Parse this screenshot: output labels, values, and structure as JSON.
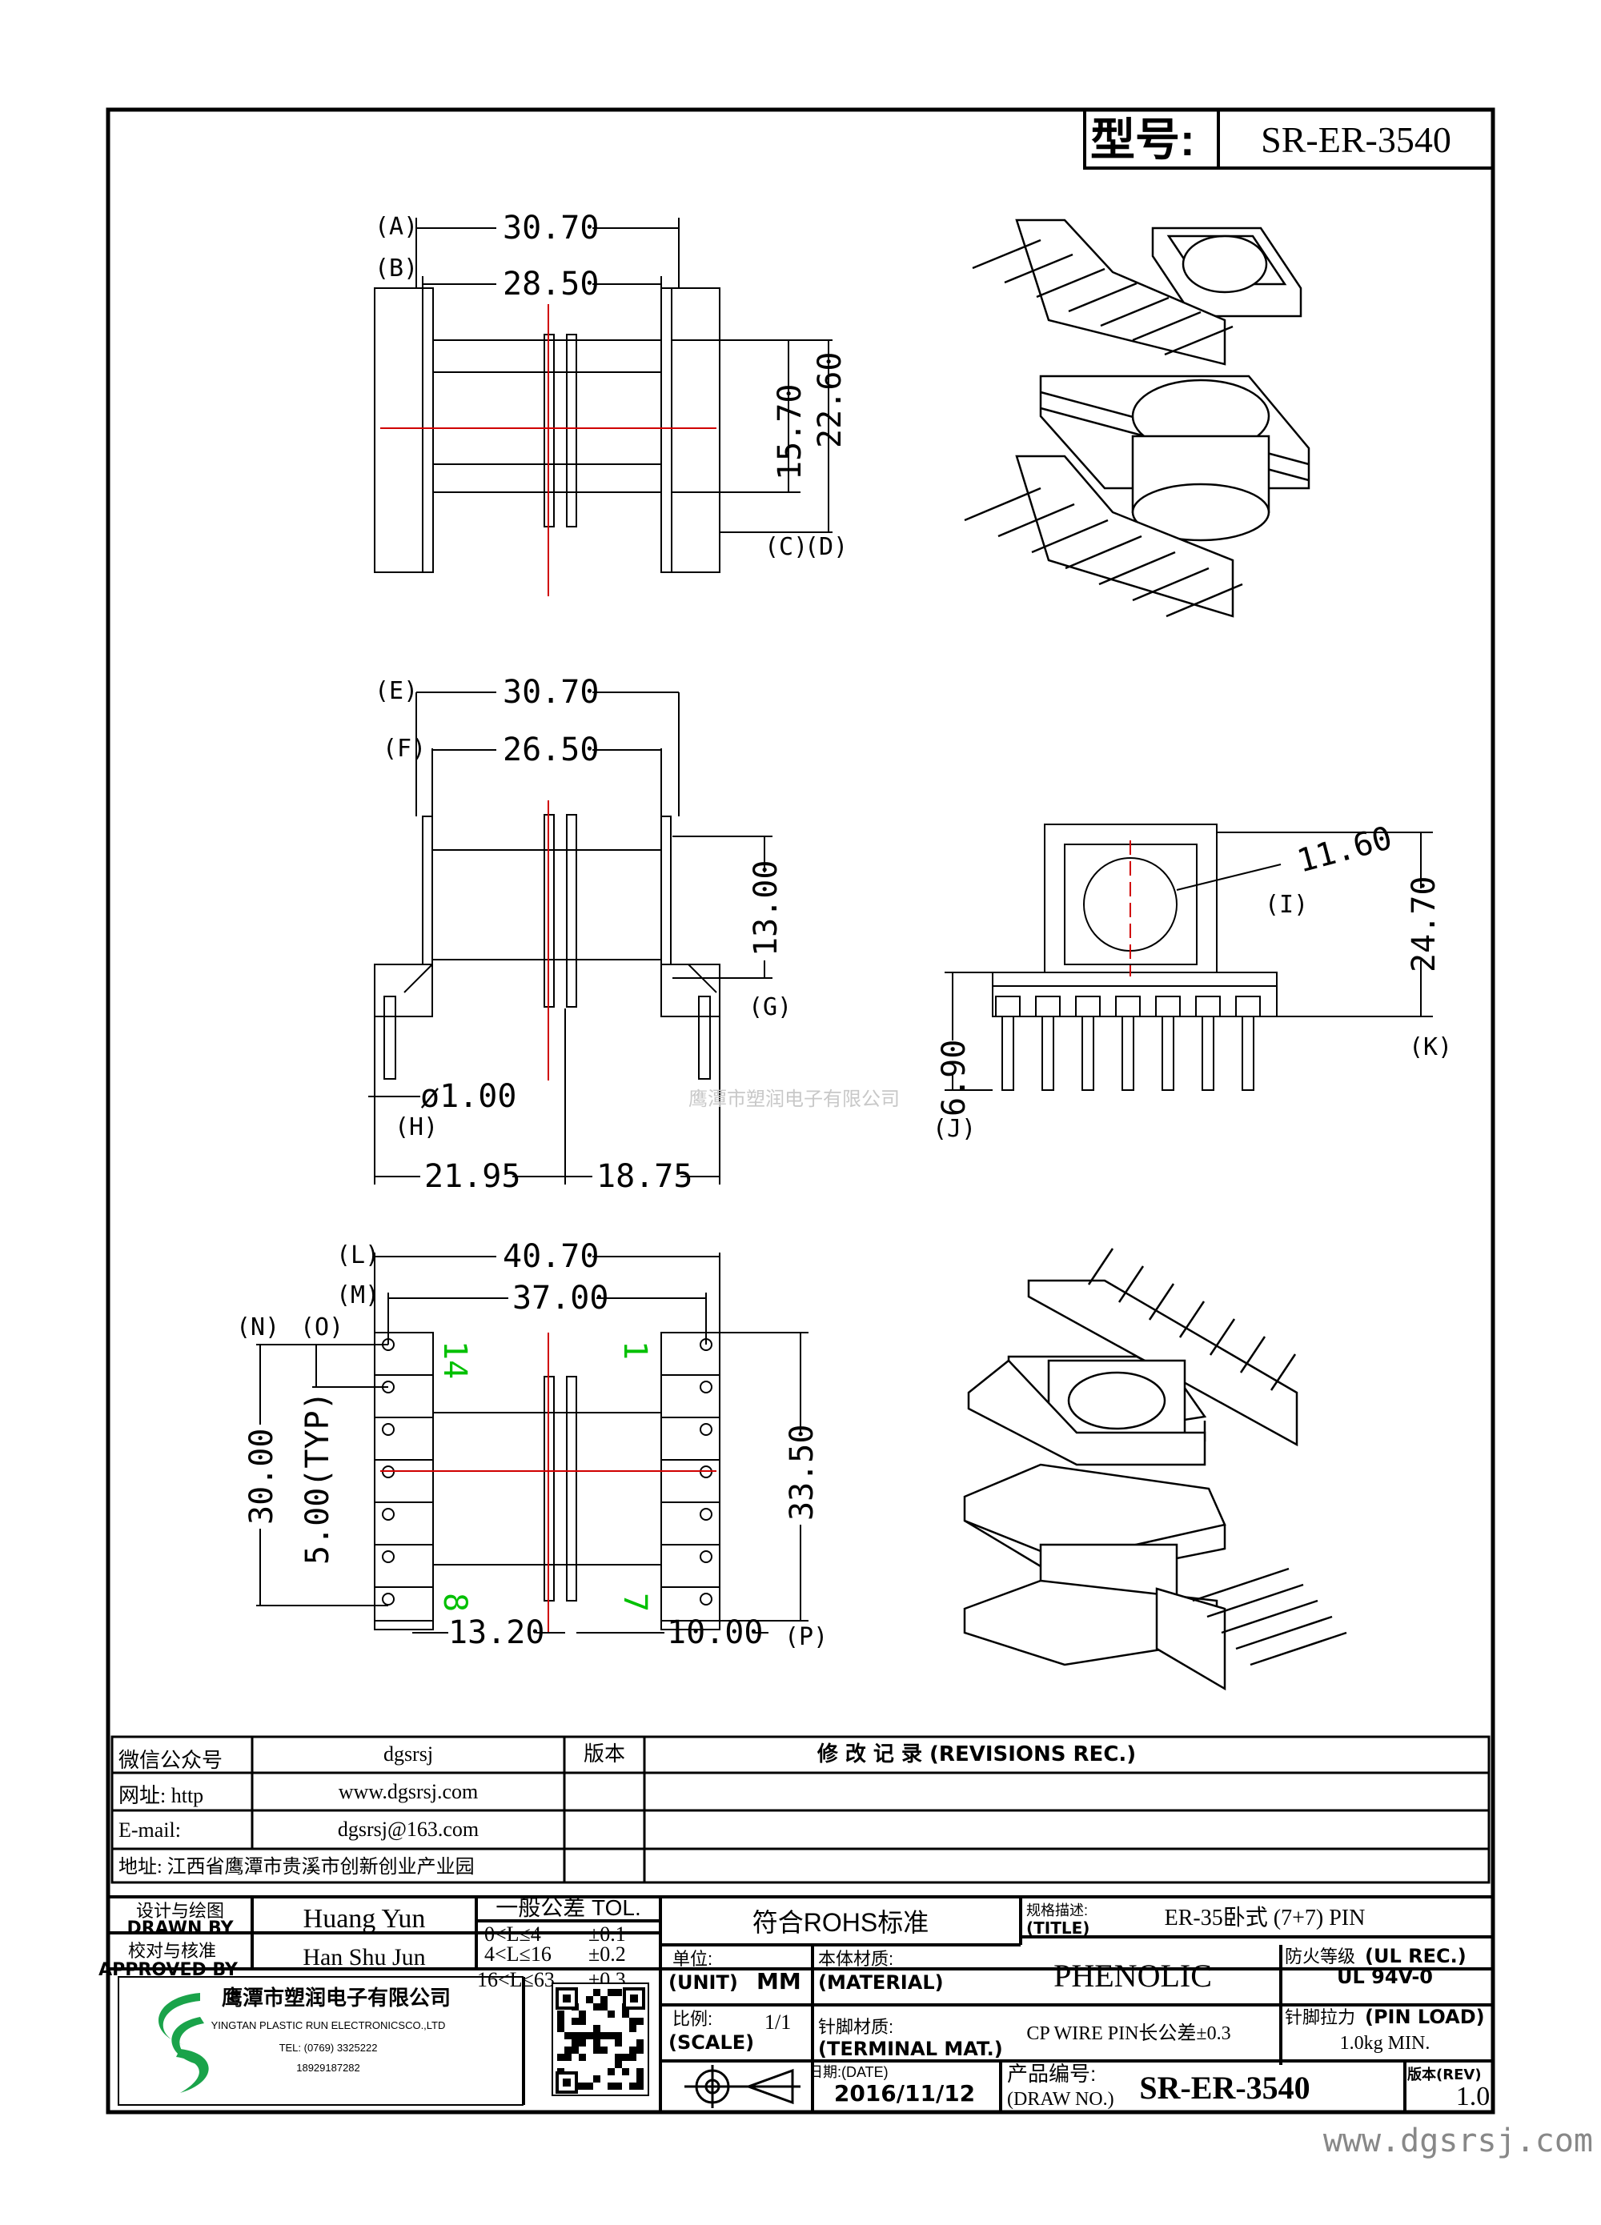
{
  "header": {
    "model_label": "型号:",
    "model_value": "SR-ER-3540"
  },
  "view_top": {
    "dims": {
      "a": "30.70",
      "b": "28.50",
      "c": "15.70",
      "d": "22.60"
    },
    "labels": {
      "a": "(A)",
      "b": "(B)",
      "c": "(C)",
      "d": "(D)"
    }
  },
  "view_mid": {
    "dims": {
      "e": "30.70",
      "f": "26.50",
      "g": "13.00",
      "h": "ø1.00",
      "left": "21.95",
      "right": "18.75"
    },
    "labels": {
      "e": "(E)",
      "f": "(F)",
      "g": "(G)",
      "h": "(H)"
    }
  },
  "view_end": {
    "dims": {
      "i": "11.60",
      "k": "24.70",
      "j": "6.90"
    },
    "labels": {
      "i": "(I)",
      "k": "(K)",
      "j": "(J)"
    }
  },
  "view_bottom": {
    "dims": {
      "l": "40.70",
      "m": "37.00",
      "n": "30.00",
      "o": "5.00(TYP)",
      "p": "33.50",
      "left": "13.20",
      "right": "10.00"
    },
    "labels": {
      "l": "(L)",
      "m": "(M)",
      "n": "(N)",
      "o": "(O)",
      "p": "(P)"
    },
    "pins": {
      "p14": "14",
      "p1": "1",
      "p8": "8",
      "p7": "7"
    }
  },
  "watermark": "鹰潭市塑润电子有限公司",
  "info_table": {
    "rows": [
      {
        "label": "微信公众号",
        "value": "dgsrsj"
      },
      {
        "label": "网址: http",
        "value": "www.dgsrsj.com"
      },
      {
        "label": "E-mail:",
        "value": "dgsrsj@163.com"
      }
    ],
    "address": "地址: 江西省鹰潭市贵溪市创新创业产业园",
    "version_header": "版本",
    "revisions_header": "修 改 记 录  (REVISIONS REC.)"
  },
  "title_block": {
    "drawn_label_cn": "设计与绘图",
    "drawn_label_en": "DRAWN BY",
    "drawn_value": "Huang Yun",
    "approved_label_cn": "校对与核准",
    "approved_label_en": "APPROVED BY",
    "approved_value": "Han Shu Jun",
    "tol_title": "一般公差 TOL.",
    "tol_rows": [
      {
        "range": "0<L≤4",
        "value": "±0.1"
      },
      {
        "range": "4<L≤16",
        "value": "±0.2"
      },
      {
        "range": "16<L≤63",
        "value": "±0.3"
      }
    ],
    "rohs": "符合ROHS标准",
    "title_label_cn": "规格描述:",
    "title_label_en": "(TITLE)",
    "title_value": "ER-35卧式 (7+7) PIN",
    "unit_label_cn": "单位:",
    "unit_label_en": "(UNIT)",
    "unit_value": "MM",
    "material_label_cn": "本体材质:",
    "material_label_en": "(MATERIAL)",
    "material_value": "PHENOLIC",
    "ul_label_cn": "防火等级",
    "ul_label_en": "(UL REC.)",
    "ul_value": "UL 94V-0",
    "scale_label_cn": "比例:",
    "scale_label_en": "(SCALE)",
    "scale_value": "1/1",
    "terminal_label_cn": "针脚材质:",
    "terminal_label_en": "(TERMINAL MAT.)",
    "terminal_value": "CP WIRE  PIN长公差±0.3",
    "pin_load_label_cn": "针脚拉力",
    "pin_load_label_en": "(PIN LOAD)",
    "pin_load_value": "1.0kg MIN.",
    "date_label": "日期:(DATE)",
    "date_value": "2016/11/12",
    "draw_no_label_cn": "产品编号:",
    "draw_no_label_en": "(DRAW NO.)",
    "draw_no_value": "SR-ER-3540",
    "rev_label": "版本(REV)",
    "rev_value": "1.0",
    "company_cn": "鹰潭市塑润电子有限公司",
    "company_en": "YINGTAN PLASTIC RUN ELECTRONICSCO.,LTD",
    "company_tel": "TEL: (0769) 3325222",
    "company_mobile": "18929187282"
  },
  "footer_url": "www.dgsrsj.com"
}
